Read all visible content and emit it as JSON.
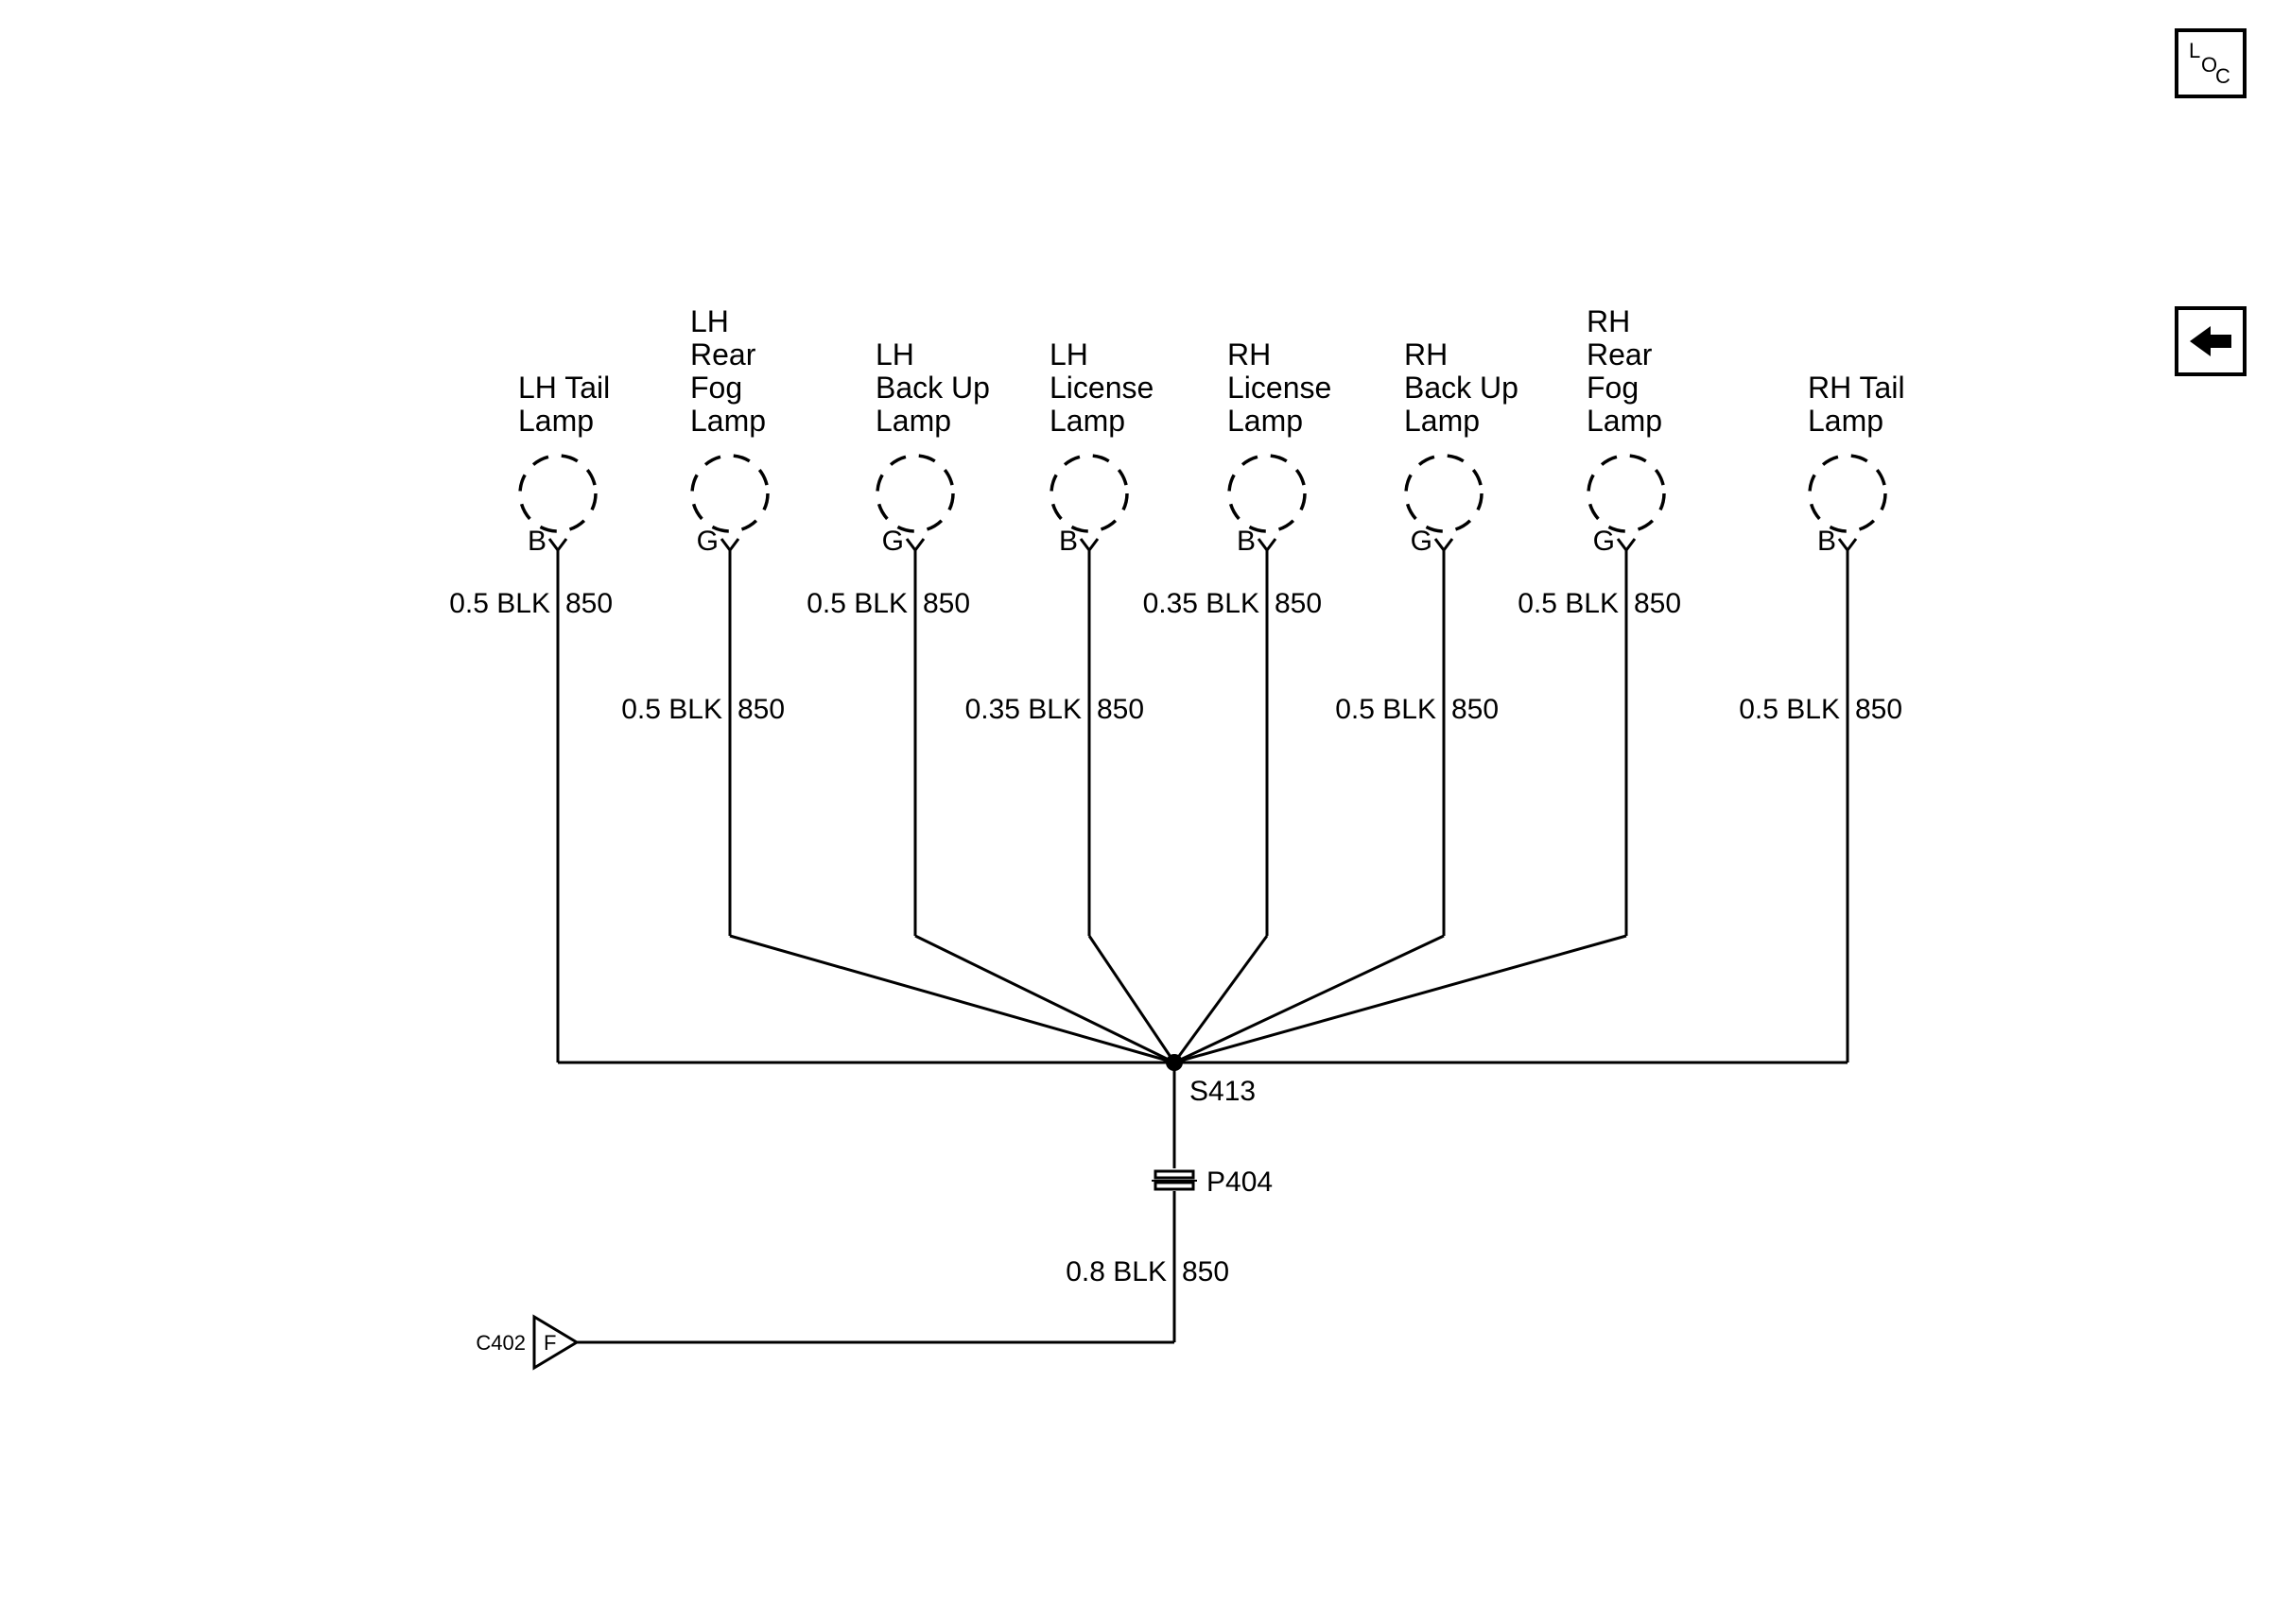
{
  "buttons": {
    "loc": {
      "l": "L",
      "o": "O",
      "c": "C"
    },
    "back": {
      "icon": "back-arrow-icon"
    }
  },
  "lamps": [
    {
      "lines": [
        "LH Tail",
        "Lamp"
      ],
      "pin": "B"
    },
    {
      "lines": [
        "LH",
        "Rear",
        "Fog",
        "Lamp"
      ],
      "pin": "G"
    },
    {
      "lines": [
        "LH",
        "Back Up",
        "Lamp"
      ],
      "pin": "G"
    },
    {
      "lines": [
        "LH",
        "License",
        "Lamp"
      ],
      "pin": "B"
    },
    {
      "lines": [
        "RH",
        "License",
        "Lamp"
      ],
      "pin": "B"
    },
    {
      "lines": [
        "RH",
        "Back Up",
        "Lamp"
      ],
      "pin": "G"
    },
    {
      "lines": [
        "RH",
        "Rear",
        "Fog",
        "Lamp"
      ],
      "pin": "G"
    },
    {
      "lines": [
        "RH Tail",
        "Lamp"
      ],
      "pin": "B"
    }
  ],
  "wires": [
    {
      "size_color": "0.5 BLK",
      "circuit": "850"
    },
    {
      "size_color": "0.5 BLK",
      "circuit": "850"
    },
    {
      "size_color": "0.5 BLK",
      "circuit": "850"
    },
    {
      "size_color": "0.35 BLK",
      "circuit": "850"
    },
    {
      "size_color": "0.35 BLK",
      "circuit": "850"
    },
    {
      "size_color": "0.5 BLK",
      "circuit": "850"
    },
    {
      "size_color": "0.5 BLK",
      "circuit": "850"
    },
    {
      "size_color": "0.5 BLK",
      "circuit": "850"
    }
  ],
  "splice": "S413",
  "passthrough": "P404",
  "ground_wire": {
    "size_color": "0.8 BLK",
    "circuit": "850"
  },
  "connector": {
    "name": "C402",
    "pin": "F"
  }
}
